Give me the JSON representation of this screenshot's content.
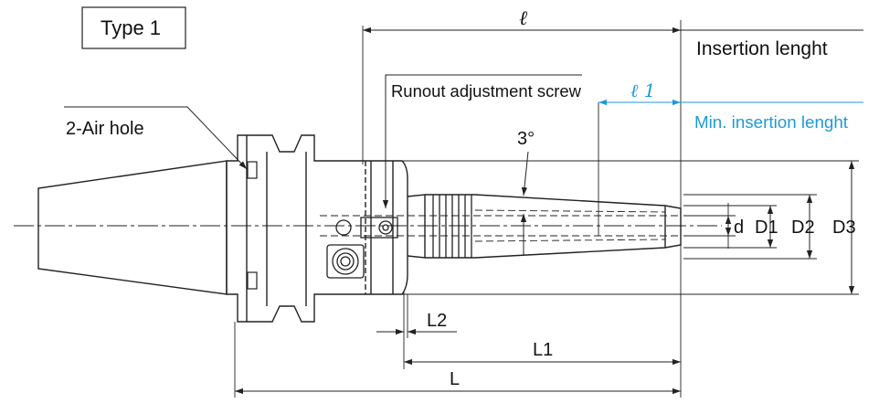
{
  "title": "Type 1",
  "colors": {
    "line": "#222222",
    "accent": "#1e9ad6"
  },
  "labels": {
    "air_hole": "2-Air hole",
    "runout_screw": "Runout adjustment screw",
    "angle": "3°",
    "insertion_length": "Insertion lenght",
    "min_insertion_length": "Min. insertion lenght",
    "ell": "ℓ",
    "ell1": "ℓ 1",
    "d": "d",
    "D1": "D1",
    "D2": "D2",
    "D3": "D3",
    "L": "L",
    "L1": "L1",
    "L2": "L2"
  }
}
